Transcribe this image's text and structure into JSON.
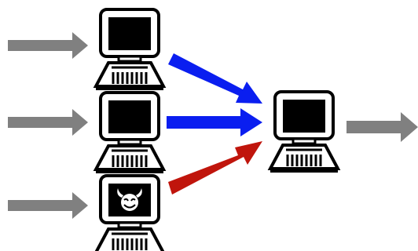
{
  "title": "",
  "colors": {
    "background": "#ffffff",
    "input_arrow": "#808080",
    "output_arrow": "#808080",
    "honest_arrow": "#0a1ef0",
    "malicious_arrow": "#c0150c",
    "computer_outline": "#000000",
    "computer_fill": "#ffffff",
    "screen": "#000000",
    "face": "#ffffff"
  },
  "nodes": [
    {
      "id": "source-1",
      "icon": "computer-icon",
      "role": "honest"
    },
    {
      "id": "source-2",
      "icon": "computer-icon",
      "role": "honest"
    },
    {
      "id": "source-3",
      "icon": "devil-computer-icon",
      "role": "malicious"
    },
    {
      "id": "aggregator",
      "icon": "computer-icon",
      "role": "receiver"
    }
  ],
  "edges": [
    {
      "from": "input",
      "to": "source-1",
      "color": "input_arrow"
    },
    {
      "from": "input",
      "to": "source-2",
      "color": "input_arrow"
    },
    {
      "from": "input",
      "to": "source-3",
      "color": "input_arrow"
    },
    {
      "from": "source-1",
      "to": "aggregator",
      "color": "honest_arrow"
    },
    {
      "from": "source-2",
      "to": "aggregator",
      "color": "honest_arrow"
    },
    {
      "from": "source-3",
      "to": "aggregator",
      "color": "malicious_arrow"
    },
    {
      "from": "aggregator",
      "to": "output",
      "color": "output_arrow"
    }
  ]
}
